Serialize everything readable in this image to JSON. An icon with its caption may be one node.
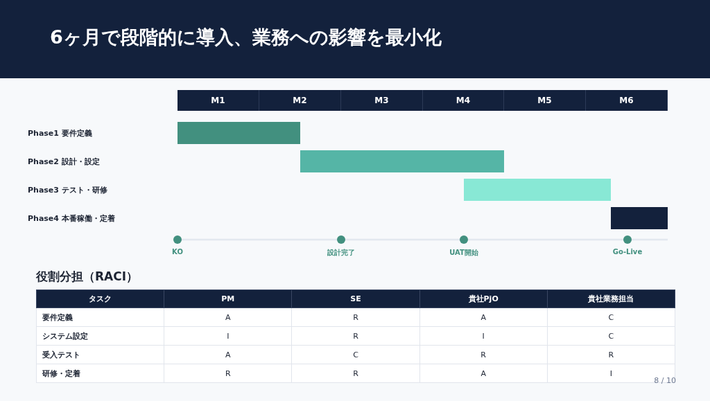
{
  "diagram": {
    "title": "6ヶ月で段階的に導入、業務への影響を最小化",
    "nodes": [
      {
        "text": [],
        "shape": "bar"
      },
      {
        "text": [],
        "shape": "bar"
      },
      {
        "text": [],
        "shape": "bar"
      },
      {
        "text": [],
        "shape": "bar"
      },
      {
        "text": [],
        "shape": "circle",
        "beside": [
          "KO"
        ]
      },
      {
        "text": [],
        "shape": "circle",
        "beside": [
          "設計完了"
        ]
      },
      {
        "text": [],
        "shape": "circle",
        "beside": [
          "UAT開始"
        ]
      },
      {
        "text": [],
        "shape": "circle",
        "beside": [
          "Go-Live"
        ]
      }
    ],
    "labels": [
      "M1",
      "M2",
      "M3",
      "M4",
      "M5",
      "M6",
      "Phase1 要件定義",
      "Phase2 設計・設定",
      "Phase3 テスト・研修",
      "Phase4 本番稼働・定着",
      "役割分担（RACI）",
      "タスク",
      "PM",
      "SE",
      "貴社PjO",
      "貴社業務担当",
      "要件定義",
      "A",
      "R",
      "A",
      "C",
      "システム設定",
      "I",
      "R",
      "I",
      "C",
      "受入テスト",
      "A",
      "C",
      "R",
      "R",
      "研修・定着",
      "R",
      "R",
      "A",
      "I",
      "8 / 10"
    ]
  }
}
